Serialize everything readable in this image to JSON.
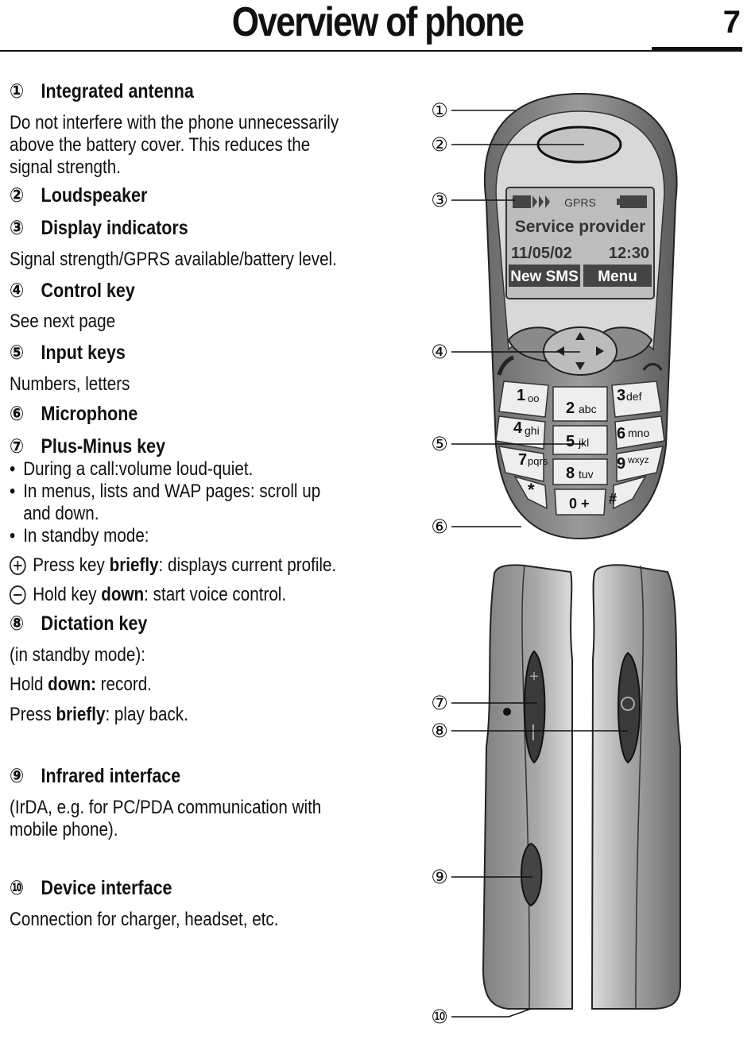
{
  "header": {
    "title": "Overview of phone",
    "page_number": "7"
  },
  "items": [
    {
      "number": "①",
      "title": "Integrated antenna",
      "body": [
        "Do not interfere with the phone unnecessarily",
        "above the battery cover. This reduces the",
        "signal strength."
      ]
    },
    {
      "number": "②",
      "title": "Loudspeaker"
    },
    {
      "number": "③",
      "title": "Display indicators",
      "body": [
        "Signal strength/GPRS available/battery level."
      ]
    },
    {
      "number": "④",
      "title": "Control key",
      "body": [
        "See next page"
      ]
    },
    {
      "number": "⑤",
      "title": "Input keys",
      "body": [
        "Numbers, letters"
      ]
    },
    {
      "number": "⑥",
      "title": "Microphone"
    },
    {
      "number": "⑦",
      "title": "Plus-Minus key",
      "bullets": [
        "During a call:volume loud-quiet.",
        "In menus, lists and WAP pages: scroll up",
        "and down.",
        "In standby mode:"
      ],
      "plus_line": {
        "pre": "Press key ",
        "bold": "briefly",
        "post": ": displays current profile."
      },
      "minus_line": {
        "pre": "Hold key ",
        "bold": "down",
        "post": ": start voice control."
      }
    },
    {
      "number": "⑧",
      "title": "Dictation key",
      "body": [
        "(in standby mode):"
      ],
      "hold_line": {
        "pre": "Hold ",
        "bold": "down:",
        "post": " record."
      },
      "press_line": {
        "pre": "Press ",
        "bold": "briefly",
        "post": ": play back."
      }
    },
    {
      "number": "⑨",
      "title": "Infrared interface",
      "body": [
        "(IrDA, e.g. for PC/PDA communication with",
        "mobile phone)."
      ]
    },
    {
      "number": "⑩",
      "title": "Device interface",
      "body": [
        "Connection for charger, headset, etc."
      ]
    }
  ],
  "phone_display": {
    "gprs": "GPRS",
    "provider": "Service provider",
    "date": "11/05/02",
    "time": "12:30",
    "left_softkey": "New SMS",
    "right_softkey": "Menu"
  },
  "keypad": {
    "k1": "1",
    "k1_sub": "oo",
    "k2": "2",
    "k2_sub": "abc",
    "k3": "3",
    "k3_sub": "def",
    "k4": "4",
    "k4_sub": "ghi",
    "k5": "5",
    "k5_sub": "jkl",
    "k6": "6",
    "k6_sub": "mno",
    "k7": "7",
    "k7_sub": "pqrs",
    "k8": "8",
    "k8_sub": "tuv",
    "k9": "9",
    "k9_sub": "wxyz",
    "kstar": "*",
    "k0": "0 +",
    "khash": "#"
  },
  "callouts": [
    "①",
    "②",
    "③",
    "④",
    "⑤",
    "⑥",
    "⑦",
    "⑧",
    "⑨",
    "⑩"
  ]
}
